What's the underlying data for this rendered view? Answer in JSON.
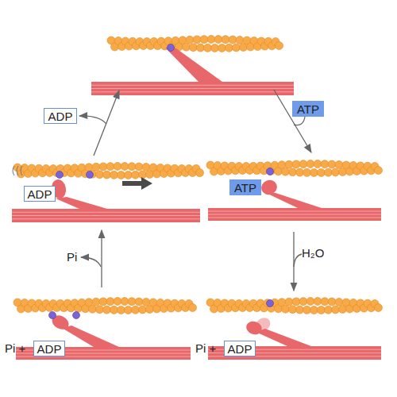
{
  "diagram": {
    "nodes": [
      {
        "text": [
          "ADP"
        ]
      },
      {
        "text": [
          "ATP"
        ]
      },
      {
        "text": [
          "ADP"
        ]
      },
      {
        "text": [
          "ATP"
        ]
      },
      {
        "text": [
          "ADP"
        ]
      },
      {
        "text": [
          "ADP"
        ]
      }
    ],
    "labels": [
      "H₂O",
      "Pi",
      "Pi +",
      "Pi +"
    ]
  }
}
